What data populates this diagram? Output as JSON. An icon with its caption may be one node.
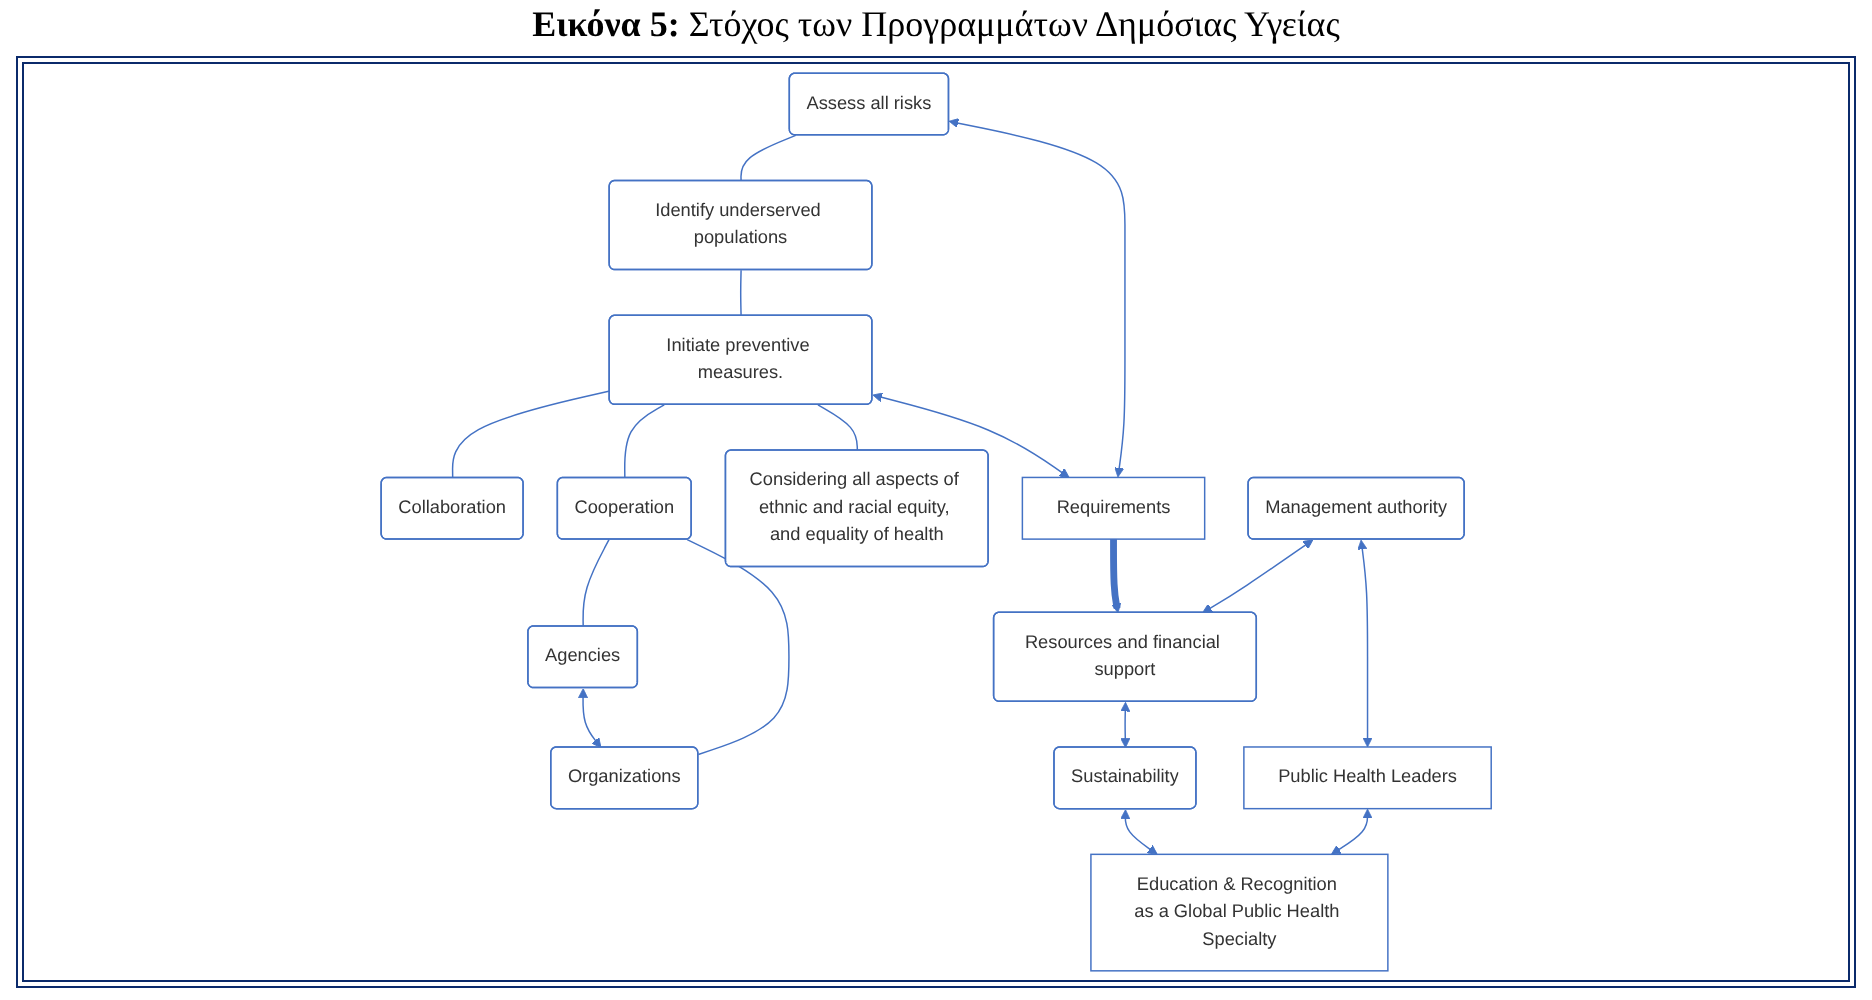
{
  "diagram": {
    "title": "**Εικόνα 5:** Στόχος των Προγραμμάτων Δημόσιας Υγείας",
    "nodes": [
      {
        "text": [
          "Assess all risks"
        ]
      },
      {
        "text": [
          "Identify underserved populations"
        ]
      },
      {
        "text": [
          "Initiate preventive measures."
        ]
      },
      {
        "text": [
          "Collaboration"
        ]
      },
      {
        "text": [
          "Cooperation"
        ]
      },
      {
        "text": [
          "Considering all aspects of ethnic and racial equity, and equality of health"
        ]
      },
      {
        "text": [
          "Agencies"
        ]
      },
      {
        "text": [
          "Organizations"
        ]
      },
      {
        "text": [
          "Requirements"
        ]
      },
      {
        "text": [
          "Management authority"
        ]
      },
      {
        "text": [
          "Resources and financial support"
        ]
      },
      {
        "text": [
          "Sustainability"
        ]
      },
      {
        "text": [
          "Public Health Leaders"
        ]
      },
      {
        "text": [
          "Education & Recognition as a Global Public Health Specialty"
        ]
      }
    ],
    "edges": [
      {
        "from": 0,
        "to": 1,
        "arrow": "none"
      },
      {
        "from": 1,
        "to": 2,
        "arrow": "none"
      },
      {
        "from": 2,
        "to": 3,
        "arrow": "none"
      },
      {
        "from": 2,
        "to": 4,
        "arrow": "none"
      },
      {
        "from": 2,
        "to": 5,
        "arrow": "none"
      },
      {
        "from": 4,
        "to": 6,
        "arrow": "none"
      },
      {
        "from": 4,
        "to": 7,
        "arrow": "none"
      },
      {
        "from": 6,
        "to": 7,
        "arrow": "both"
      },
      {
        "from": 8,
        "to": 0,
        "arrow": "both"
      },
      {
        "from": 2,
        "to": 8,
        "arrow": "both"
      },
      {
        "from": 8,
        "to": 10,
        "arrow": "to",
        "style": "thick"
      },
      {
        "from": 9,
        "to": 10,
        "arrow": "both"
      },
      {
        "from": 10,
        "to": 11,
        "arrow": "both"
      },
      {
        "from": 9,
        "to": 12,
        "arrow": "both"
      },
      {
        "from": 12,
        "to": 13,
        "arrow": "both"
      },
      {
        "from": 11,
        "to": 13,
        "arrow": "both"
      }
    ]
  }
}
